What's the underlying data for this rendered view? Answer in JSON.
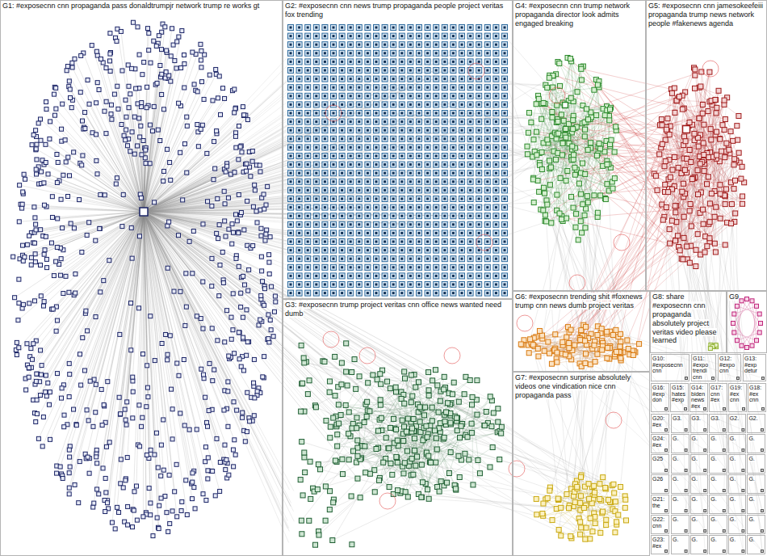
{
  "diagram": {
    "nodes": [
      {
        "text": [
          "G1: #exposecnn cnn propaganda pass donaldtrumpjr network trump re works gt"
        ]
      },
      {
        "text": [
          "G2: #exposecnn cnn news trump propaganda people project veritas fox trending"
        ]
      },
      {
        "text": [
          "G4: #exposecnn cnn trump network propaganda director look admits engaged breaking"
        ]
      },
      {
        "text": [
          "G5: #exposecnn cnn jamesokeefeiii propaganda trump news network people #fakenews agenda"
        ]
      },
      {
        "text": [
          "G3: #exposecnn trump project veritas cnn office news wanted need dumb"
        ]
      },
      {
        "text": [
          "G6: #exposecnn trending shit #foxnews trump cnn news dumb project veritas"
        ]
      },
      {
        "text": [
          "G8: share #exposecnn cnn propaganda absolutely project veritas video please learned"
        ]
      },
      {
        "text": [
          "G9"
        ]
      },
      {
        "text": [
          "G7: #exposecnn surprise absolutely videos one vindication nice cnn propaganda pass"
        ]
      },
      {
        "text": [
          "G10: #exposecnn cnn"
        ]
      },
      {
        "text": [
          "G11: #expo trendi cnn"
        ]
      },
      {
        "text": [
          "G12: #expo cnn"
        ]
      },
      {
        "text": [
          "G13: #exp detur"
        ]
      },
      {
        "text": [
          "G16: #exp don"
        ]
      },
      {
        "text": [
          "G15: hates #exp"
        ]
      },
      {
        "text": [
          "G14: biden news #ex"
        ]
      },
      {
        "text": [
          "G17: cnn #ex"
        ]
      },
      {
        "text": [
          "G19: #ex cnn"
        ]
      },
      {
        "text": [
          "G18: #ex cnn"
        ]
      },
      {
        "text": [
          "G20: #ex"
        ]
      },
      {
        "text": [
          "G24: #ex"
        ]
      },
      {
        "text": [
          "G25"
        ]
      },
      {
        "text": [
          "G26"
        ]
      },
      {
        "text": [
          "G21: the"
        ]
      },
      {
        "text": [
          "G22: cnn"
        ]
      },
      {
        "text": [
          "G23: #ex"
        ]
      },
      {
        "text": [
          "G3."
        ]
      },
      {
        "text": [
          "G3."
        ]
      },
      {
        "text": [
          "G3."
        ]
      },
      {
        "text": [
          "G2."
        ]
      },
      {
        "text": [
          "G2."
        ]
      },
      {
        "text": [
          "G."
        ]
      },
      {
        "text": [
          "G."
        ]
      },
      {
        "text": [
          "G."
        ]
      },
      {
        "text": [
          "G."
        ]
      },
      {
        "text": [
          "G."
        ]
      },
      {
        "text": [
          "G."
        ]
      },
      {
        "text": [
          "G."
        ]
      },
      {
        "text": [
          "G."
        ]
      },
      {
        "text": [
          "G."
        ]
      },
      {
        "text": [
          "G."
        ]
      },
      {
        "text": [
          "G."
        ]
      },
      {
        "text": [
          "G."
        ]
      },
      {
        "text": [
          "G."
        ]
      },
      {
        "text": [
          "G."
        ]
      },
      {
        "text": [
          "G."
        ]
      },
      {
        "text": [
          "G."
        ]
      },
      {
        "text": [
          "G."
        ]
      },
      {
        "text": [
          "G."
        ]
      },
      {
        "text": [
          "G."
        ]
      },
      {
        "text": [
          "G."
        ]
      },
      {
        "text": [
          "G."
        ]
      },
      {
        "text": [
          "G."
        ]
      },
      {
        "text": [
          "G."
        ]
      },
      {
        "text": [
          "G."
        ]
      },
      {
        "text": [
          "G."
        ]
      },
      {
        "text": [
          "G."
        ]
      },
      {
        "text": [
          "G."
        ]
      },
      {
        "text": [
          "G."
        ]
      },
      {
        "text": [
          "G."
        ]
      },
      {
        "text": [
          "G."
        ]
      }
    ]
  }
}
